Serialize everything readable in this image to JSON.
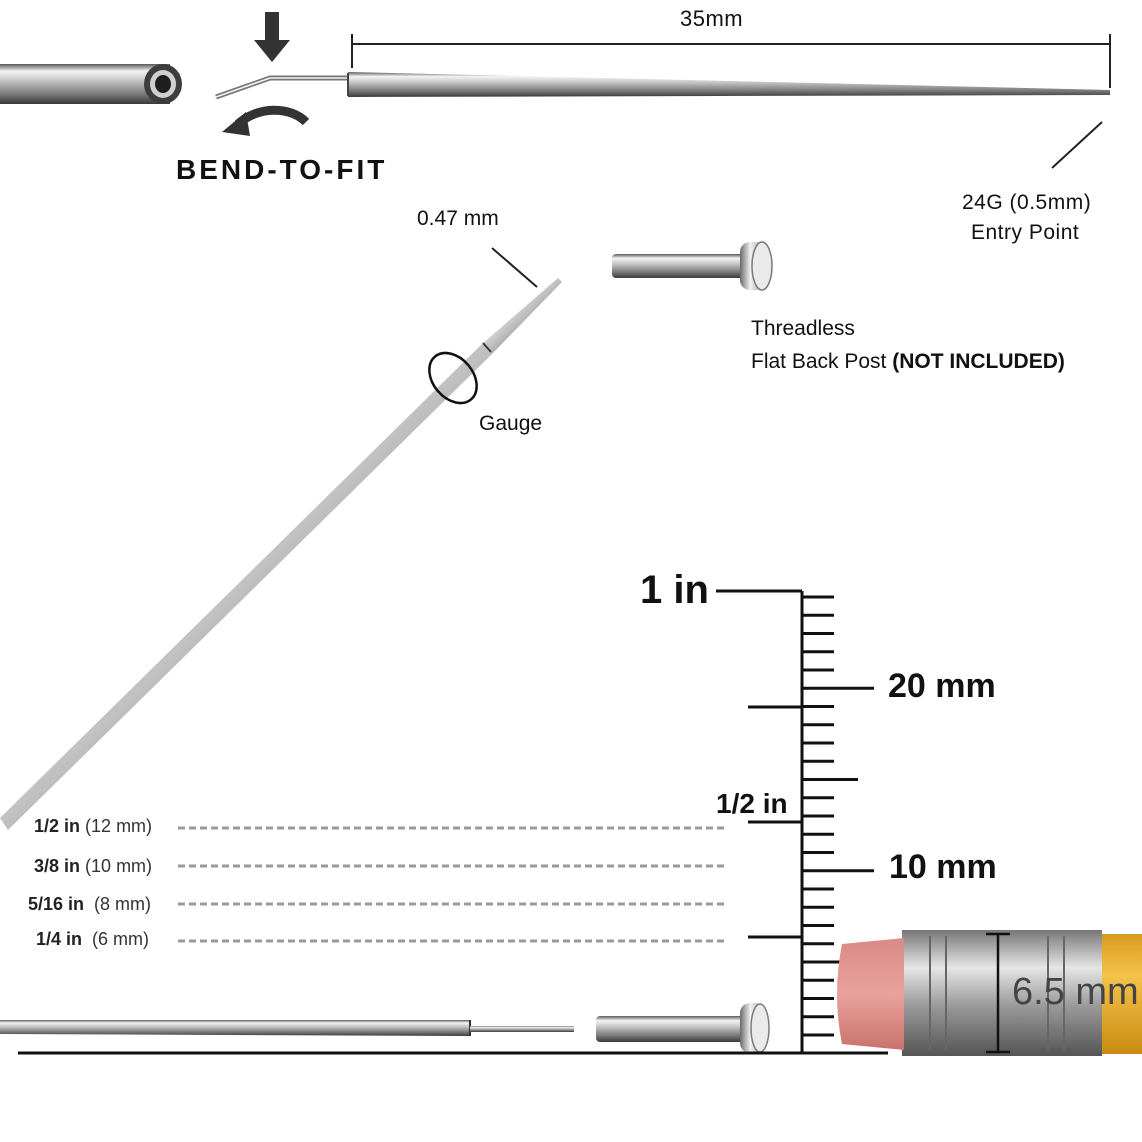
{
  "bend_section": {
    "label": "BEND-TO-FIT",
    "taper_length": "35mm",
    "entry_point_gauge": "24G (0.5mm)",
    "entry_point_label": "Entry Point"
  },
  "tip_section": {
    "tip_diameter": "0.47 mm",
    "gauge_label": "Gauge"
  },
  "post_section": {
    "line1": "Threadless",
    "line2": "Flat Back Post",
    "note": "(NOT INCLUDED)"
  },
  "ruler": {
    "top_label": "1 in",
    "mm20_label": "20 mm",
    "half_inch_label": "1/2 in",
    "mm10_label": "10 mm"
  },
  "lengths": [
    {
      "inch": "1/2 in",
      "mm": "(12 mm)"
    },
    {
      "inch": "3/8 in",
      "mm": "(10 mm)"
    },
    {
      "inch": "5/16 in",
      "mm": "(8 mm)"
    },
    {
      "inch": "1/4 in",
      "mm": "(6 mm)"
    }
  ],
  "pencil": {
    "eraser_width": "6.5 mm"
  }
}
